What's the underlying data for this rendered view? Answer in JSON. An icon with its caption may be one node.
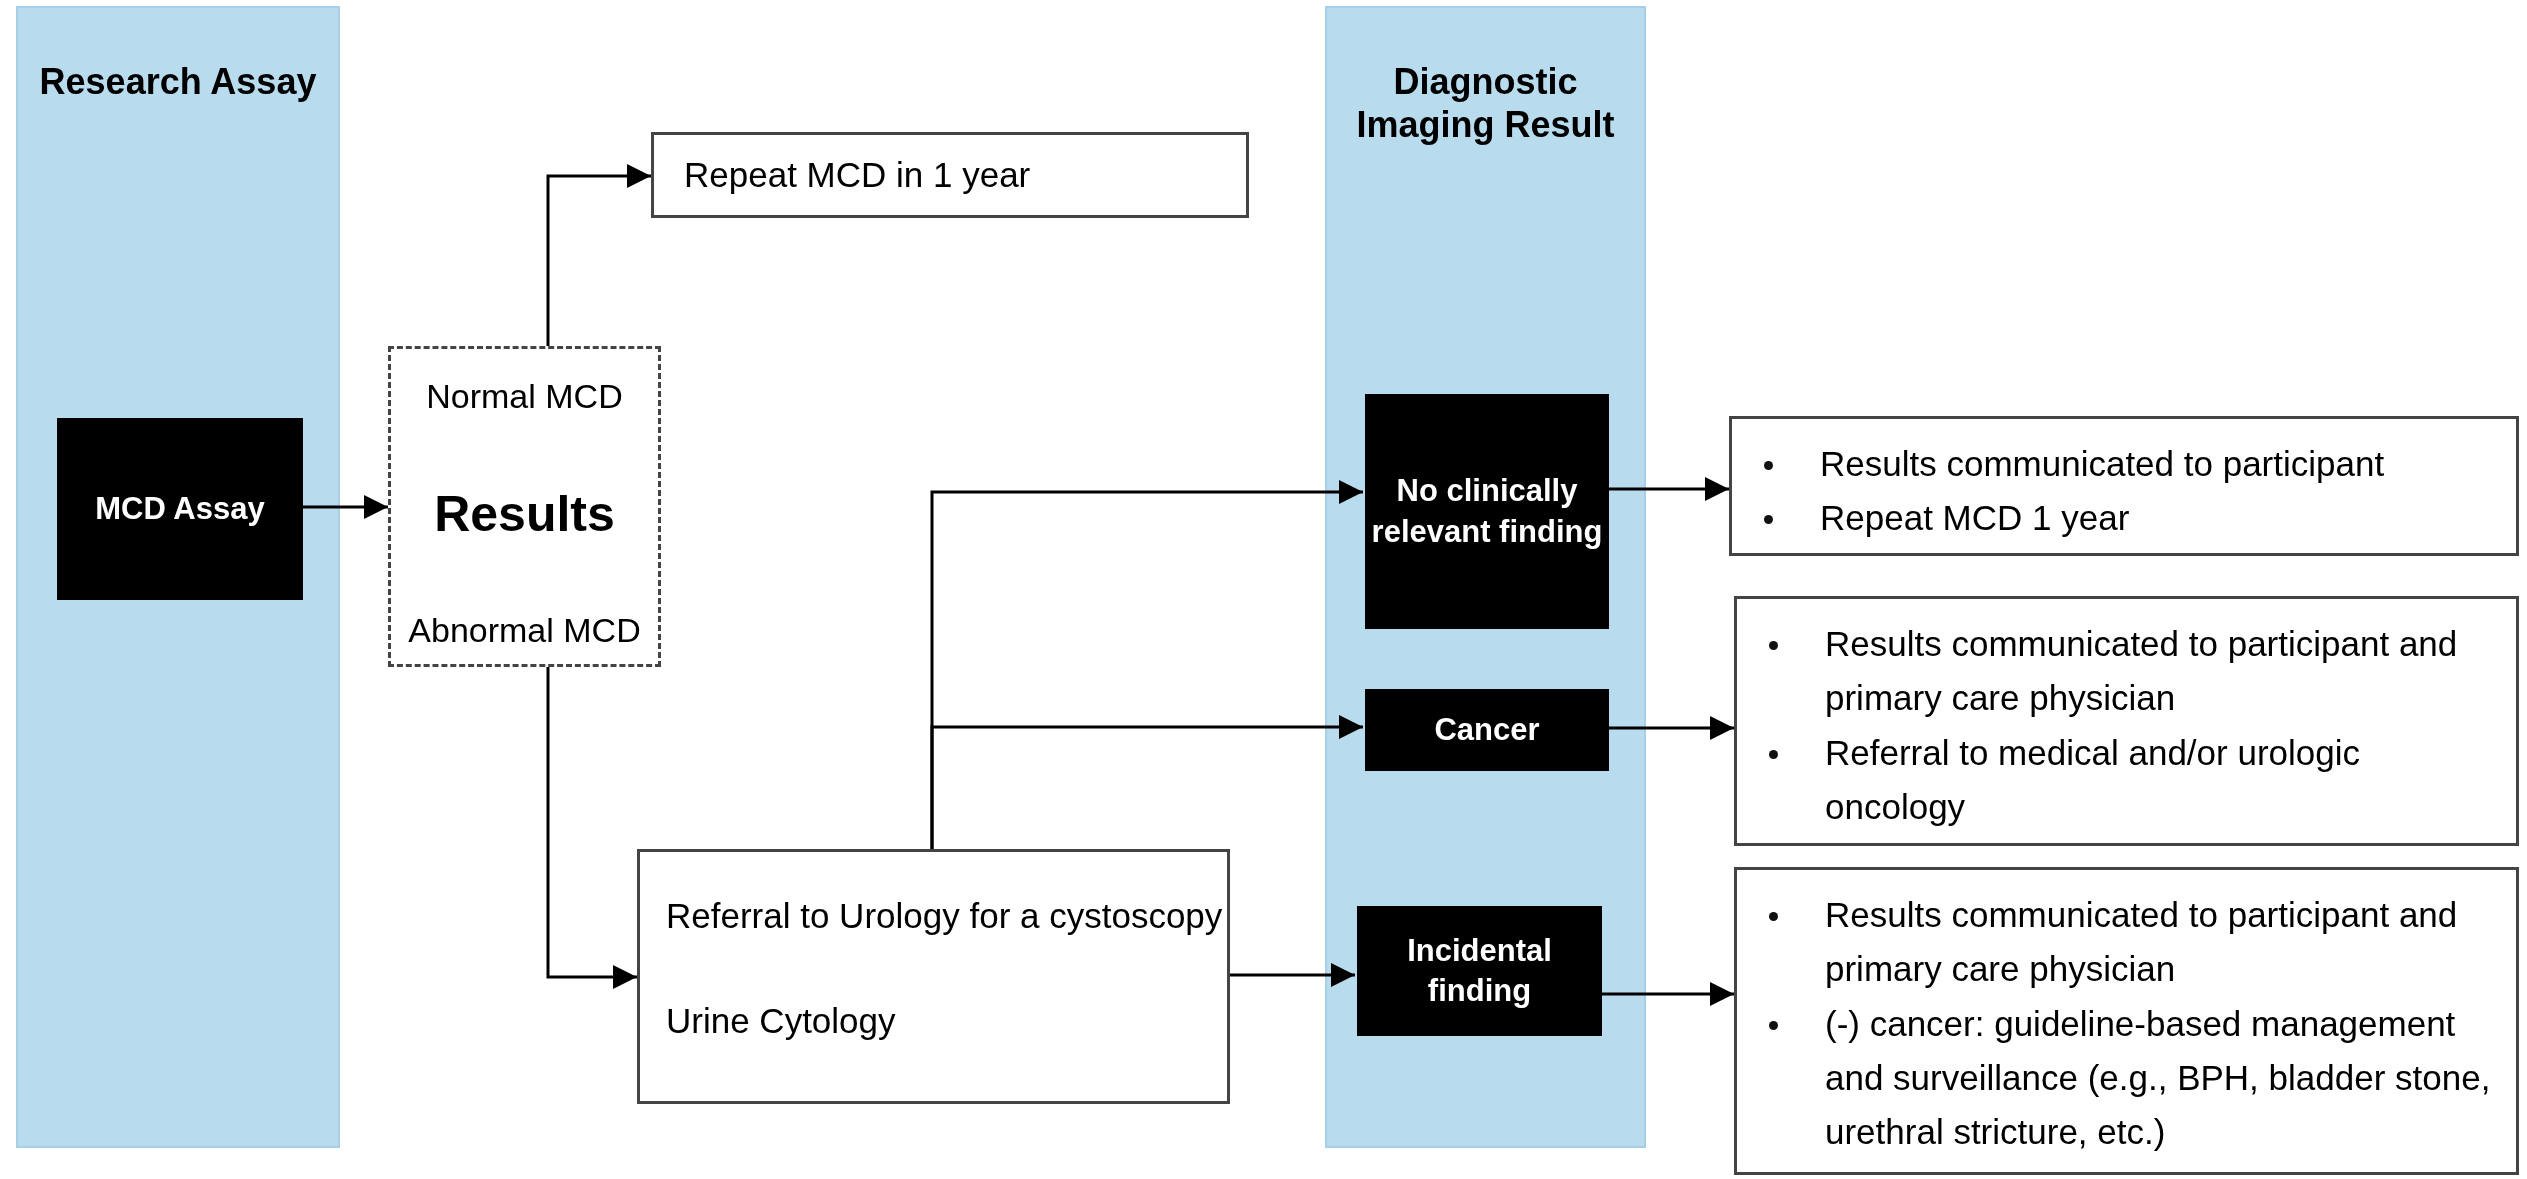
{
  "diagram": {
    "nodes": [
      {
        "text": [
          "Research Assay"
        ]
      },
      {
        "text": [
          "MCD Assay"
        ],
        "in": 0
      },
      {
        "text": [
          "Normal MCD",
          "Results",
          "Abnormal MCD"
        ]
      },
      {
        "text": [
          "Repeat MCD in 1 year"
        ]
      },
      {
        "text": [
          "Referral to Urology for a cystoscopy",
          "Urine Cytology"
        ]
      },
      {
        "text": [
          "Diagnostic Imaging Result"
        ]
      },
      {
        "text": [
          "No clinically relevant finding"
        ],
        "in": 5
      },
      {
        "text": [
          "Cancer"
        ],
        "in": 5
      },
      {
        "text": [
          "Incidental finding"
        ],
        "in": 5
      },
      {
        "text": [
          "Results communicated to participant",
          "Repeat MCD 1 year"
        ]
      },
      {
        "text": [
          "Results communicated to participant and primary care physician",
          "Referral to medical and/or urologic oncology"
        ]
      },
      {
        "text": [
          "Results communicated to participant and primary care physician",
          "(-) cancer: guideline-based management and surveillance (e.g., BPH, bladder stone, urethral stricture, etc.)"
        ]
      }
    ],
    "edges": [
      {
        "from": 1,
        "to": 2,
        "arrow": "to"
      },
      {
        "from": 2,
        "to": 3,
        "arrow": "to"
      },
      {
        "from": 2,
        "to": 4,
        "arrow": "to"
      },
      {
        "from": 4,
        "to": 6,
        "arrow": "to"
      },
      {
        "from": 4,
        "to": 7,
        "arrow": "to"
      },
      {
        "from": 4,
        "to": 8,
        "arrow": "to"
      },
      {
        "from": 6,
        "to": 9,
        "arrow": "to"
      },
      {
        "from": 7,
        "to": 10,
        "arrow": "to"
      },
      {
        "from": 8,
        "to": 11,
        "arrow": "to"
      }
    ]
  }
}
